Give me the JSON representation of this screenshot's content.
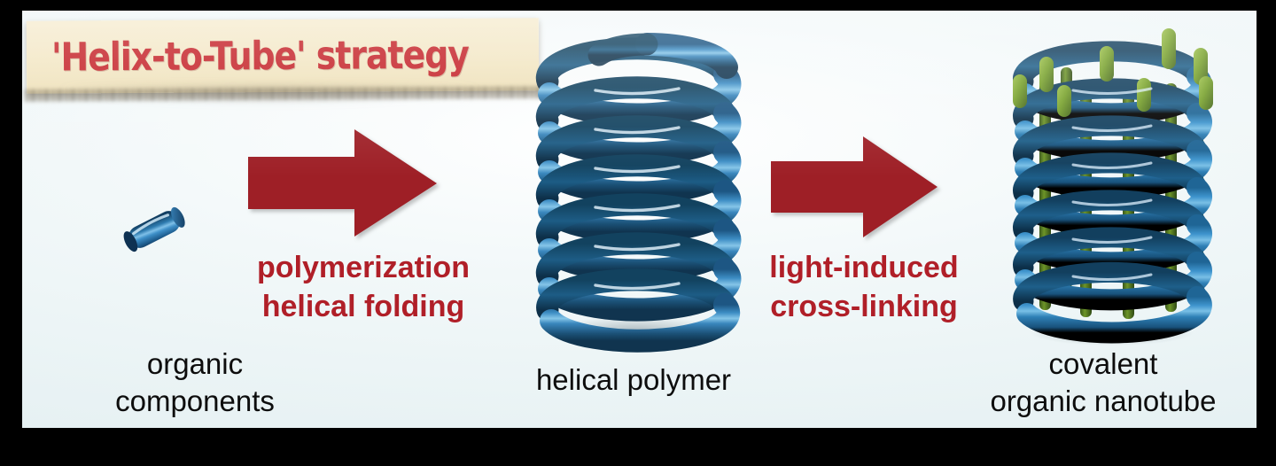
{
  "figure": {
    "title_banner": "'Helix-to-Tube' strategy",
    "frame_color": "#000000",
    "panel_background": "#e6f1f3"
  },
  "palette": {
    "banner_paper": "#F3E7C4",
    "banner_text_red": "#C42026",
    "process_label_red": "#B01F28",
    "arrow_red": "#9E1F26",
    "tube_blue_light": "#4f9ed0",
    "tube_blue": "#2f7cb0",
    "tube_blue_dark": "#1b5680",
    "crosslink_green": "#6f9a28",
    "crosslink_green_dark": "#49681a",
    "caption_black": "#0d0d0d"
  },
  "stages": [
    {
      "id": "monomer",
      "icon": "blue-rod-monomer",
      "caption": "organic\ncomponents"
    },
    {
      "id": "helix",
      "icon": "blue-helical-coil",
      "caption": "helical polymer",
      "coil_turns": 7
    },
    {
      "id": "nanotube",
      "icon": "blue-coil-with-green-crosslinks",
      "caption": "covalent\norganic nanotube",
      "coil_turns": 7,
      "crosslinks_per_turn": 6
    }
  ],
  "processes": [
    {
      "id": "polymerization",
      "arrow": "right-block-arrow",
      "label": "polymerization\nhelical folding"
    },
    {
      "id": "crosslinking",
      "arrow": "right-block-arrow",
      "label": "light-induced\ncross-linking"
    }
  ]
}
